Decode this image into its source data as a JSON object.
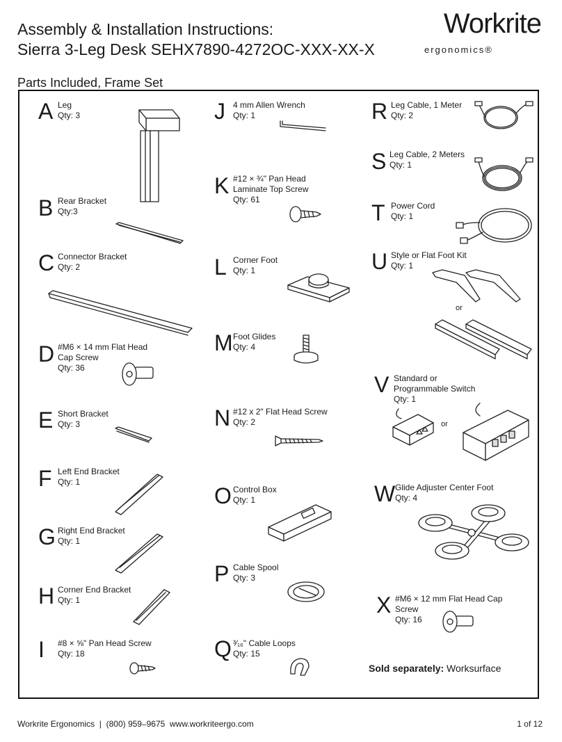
{
  "header": {
    "title_line1": "Assembly & Installation Instructions:",
    "title_line2": "Sierra 3-Leg Desk SEHX7890-4272OC-XXX-XX-X",
    "logo_word": "Workrite",
    "logo_sub": "ergonomics®"
  },
  "section_title": "Parts Included, Frame Set",
  "parts": {
    "A": {
      "letter": "A",
      "name": "Leg",
      "qty": "Qty: 3"
    },
    "B": {
      "letter": "B",
      "name": "Rear Bracket",
      "qty": "Qty:3"
    },
    "C": {
      "letter": "C",
      "name": "Connector Bracket",
      "qty": "Qty: 2"
    },
    "D": {
      "letter": "D",
      "name": "#M6 × 14 mm Flat Head",
      "name2": "Cap Screw",
      "qty": "Qty: 36"
    },
    "E": {
      "letter": "E",
      "name": "Short Bracket",
      "qty": "Qty: 3"
    },
    "F": {
      "letter": "F",
      "name": "Left End Bracket",
      "qty": "Qty: 1"
    },
    "G": {
      "letter": "G",
      "name": "Right End Bracket",
      "qty": "Qty: 1"
    },
    "H": {
      "letter": "H",
      "name": "Corner End Bracket",
      "qty": "Qty: 1"
    },
    "I": {
      "letter": "I",
      "name": "#8 × ⅝\" Pan Head Screw",
      "qty": "Qty: 18"
    },
    "J": {
      "letter": "J",
      "name": "4 mm Allen Wrench",
      "qty": "Qty: 1"
    },
    "K": {
      "letter": "K",
      "name": "#12 × ¾\" Pan Head",
      "name2": "Laminate Top Screw",
      "qty": "Qty: 61"
    },
    "L": {
      "letter": "L",
      "name": "Corner Foot",
      "qty": "Qty: 1"
    },
    "M": {
      "letter": "M",
      "name": "Foot Glides",
      "qty": "Qty: 4"
    },
    "N": {
      "letter": "N",
      "name": "#12 x 2\" Flat Head Screw",
      "qty": "Qty: 2"
    },
    "O": {
      "letter": "O",
      "name": "Control Box",
      "qty": "Qty: 1"
    },
    "P": {
      "letter": "P",
      "name": "Cable Spool",
      "qty": "Qty: 3"
    },
    "Q": {
      "letter": "Q",
      "name": "³⁄₁₆\" Cable Loops",
      "qty": "Qty: 15"
    },
    "R": {
      "letter": "R",
      "name": "Leg Cable, 1 Meter",
      "qty": "Qty: 2"
    },
    "S": {
      "letter": "S",
      "name": "Leg Cable, 2 Meters",
      "qty": "Qty: 1"
    },
    "T": {
      "letter": "T",
      "name": "Power Cord",
      "qty": "Qty: 1"
    },
    "U": {
      "letter": "U",
      "name": "Style or Flat Foot Kit",
      "qty": "Qty: 1",
      "or": "or"
    },
    "V": {
      "letter": "V",
      "name": "Standard or",
      "name2": "Programmable Switch",
      "qty": "Qty: 1",
      "or": "or"
    },
    "W": {
      "letter": "W",
      "name": "Glide Adjuster Center Foot",
      "qty": "Qty: 4"
    },
    "X": {
      "letter": "X",
      "name": "#M6 × 12 mm Flat Head Cap",
      "name2": "Screw",
      "qty": "Qty: 16"
    }
  },
  "sold_separately": {
    "label": "Sold separately:",
    "value": "Worksurface"
  },
  "footer": {
    "text": "Workrite Ergonomics  |  (800) 959–9675  www.workriteergo.com",
    "page": "1 of 12"
  }
}
